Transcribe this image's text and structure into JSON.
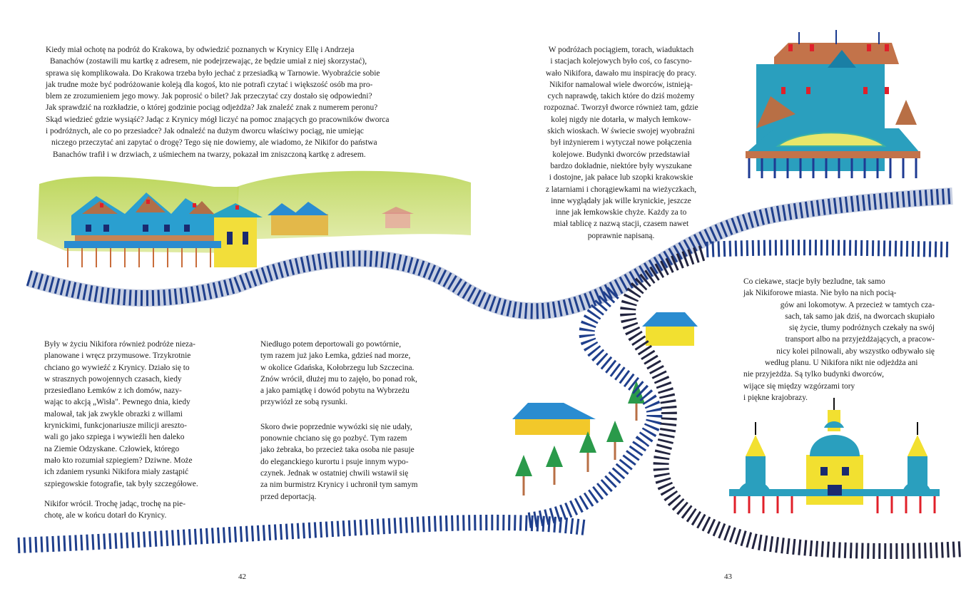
{
  "left_page": {
    "intro": [
      "Kiedy miał ochotę na podróż do Krakowa, by odwiedzić poznanych w Krynicy Ellę i Andrzeja",
      "Banachów (zostawili mu kartkę z adresem, nie podejrzewając, że będzie umiał z niej skorzystać),",
      "sprawa się komplikowała. Do Krakowa trzeba było jechać z przesiadką w Tarnowie. Wyobraźcie sobie",
      "jak trudne może być podróżowanie koleją dla kogoś, kto nie potrafi czytać i większość osób ma pro-",
      "blem ze zrozumieniem jego mowy. Jak poprosić o bilet? Jak przeczytać czy dostało się odpowiedni?",
      "Jak sprawdzić na rozkładzie, o której godzinie pociąg odjeżdża? Jak znaleźć znak z numerem peronu?",
      "Skąd wiedzieć gdzie wysiąść? Jadąc z Krynicy mógł liczyć na pomoc znających go pracowników dworca",
      "i podróżnych, ale co po przesiadce? Jak odnaleźć na dużym dworcu właściwy pociąg, nie umiejąc",
      "niczego przeczytać ani zapytać o drogę? Tego się nie dowiemy, ale wiadomo, że Nikifor do państwa",
      "Banachów trafił i w drzwiach, z uśmiechem na twarzy, pokazał im zniszczoną kartkę z adresem."
    ],
    "col1": [
      "Były w życiu Nikifora również podróże nieza-",
      "planowane i wręcz przymusowe. Trzykrotnie",
      "chciano go wywieźć z Krynicy. Działo się to",
      "w strasznych powojennych czasach, kiedy",
      "przesiedlano Łemków z ich domów, nazy-",
      "wając to akcją „Wisła\". Pewnego dnia, kiedy",
      "malował, tak jak zwykle obrazki z willami",
      "krynickimi, funkcjonariusze milicji areszto-",
      "wali go jako szpiega i wywieźli hen daleko",
      "na Ziemie Odzyskane. Człowiek, którego",
      "mało kto rozumiał szpiegiem? Dziwne. Może",
      "ich zdaniem rysunki Nikifora miały zastąpić",
      "szpiegowskie fotografie, tak były szczegółowe."
    ],
    "col1b": [
      "Nikifor wrócił. Trochę jadąc, trochę na pie-",
      "chotę, ale w końcu dotarł do Krynicy."
    ],
    "col2": [
      "Niedługo potem deportowali go powtórnie,",
      "tym razem już jako Łemka, gdzieś nad morze,",
      "w okolice Gdańska, Kołobrzegu lub Szczecina.",
      "Znów wrócił, dłużej mu to zajęło, bo ponad rok,",
      "a jako pamiątkę i dowód pobytu na Wybrzeżu",
      "przywiózł ze sobą rysunki."
    ],
    "col2b": [
      "Skoro dwie poprzednie wywózki się nie udały,",
      "ponownie chciano się go pozbyć. Tym razem",
      "jako żebraka, bo przecież taka osoba nie pasuje",
      "do eleganckiego kurortu i psuje innym wypo-",
      "czynek. Jednak w ostatniej chwili wstawił się",
      "za nim burmistrz Krynicy i uchronił tym samym",
      "przed deportacją."
    ],
    "page_number": "42"
  },
  "right_page": {
    "top": [
      "W podróżach pociągiem, torach, wiaduktach",
      "i stacjach kolejowych było coś, co fascyno-",
      "wało Nikifora, dawało mu inspirację do pracy.",
      "Nikifor namalował wiele dworców, istnieją-",
      "cych naprawdę, takich które do dziś możemy",
      "rozpoznać. Tworzył dworce również tam, gdzie",
      "kolej nigdy nie dotarła, w małych łemkow-",
      "skich wioskach. W świecie swojej wyobraźni",
      "był inżynierem i wytyczał nowe połączenia",
      "kolejowe. Budynki dworców przedstawiał",
      "bardzo dokładnie, niektóre były wyszukane",
      "i dostojne, jak pałace lub szopki krakowskie",
      "z latarniami i chorągiewkami na wieżyczkach,",
      "inne wyglądały jak wille krynickie, jeszcze",
      "inne jak łemkowskie chyże. Każdy za to",
      "miał tablicę z nazwą stacji, czasem nawet",
      "poprawnie napisaną."
    ],
    "bottom": [
      "Co ciekawe, stacje były bezludne, tak samo",
      "jak Nikiforowe miasta. Nie było na nich pocią-",
      "gów ani lokomotyw. A przecież w tamtych cza-",
      "sach, tak samo jak dziś, na dworcach skupiało",
      "się życie, tłumy podróżnych czekały na swój",
      "transport albo na przyjeżdżających, a pracow-",
      "nicy kolei pilnowali, aby wszystko odbywało się",
      "według planu. U Nikifora nikt nie odjeżdża ani",
      "nie przyjeżdża. Są tylko budynki dworców,",
      "wijące się między wzgórzami tory",
      "i piękne krajobrazy."
    ],
    "page_number": "43"
  },
  "colors": {
    "track": "#1f3f8c",
    "track_dark": "#22243f",
    "hill": "#b3d24f",
    "roof_teal": "#2aa3c4",
    "roof_brown": "#b5724a",
    "wall_yellow": "#f2e030",
    "red": "#e0202a",
    "tree": "#2a9a4a",
    "text": "#1c1c1c"
  }
}
